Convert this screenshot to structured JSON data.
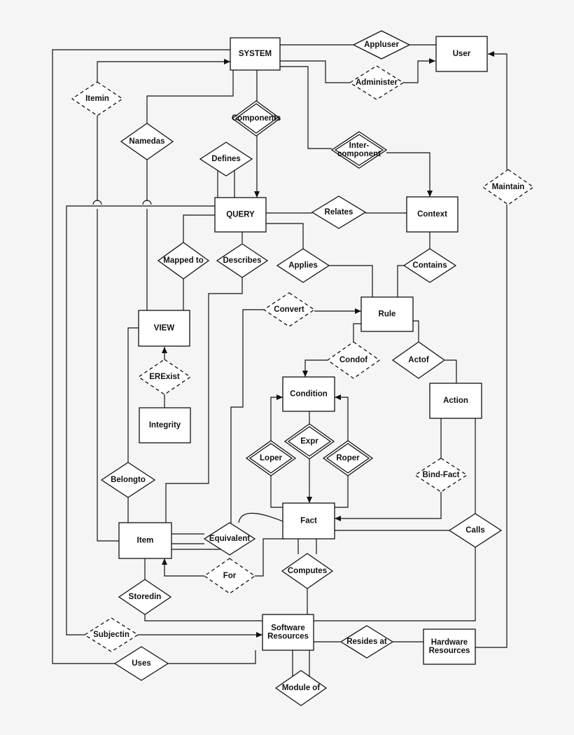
{
  "entities": [
    {
      "id": "system",
      "label": "SYSTEM"
    },
    {
      "id": "user",
      "label": "User"
    },
    {
      "id": "query",
      "label": "QUERY"
    },
    {
      "id": "context",
      "label": "Context"
    },
    {
      "id": "rule",
      "label": "Rule"
    },
    {
      "id": "view",
      "label": "VIEW"
    },
    {
      "id": "integrity",
      "label": "Integrity"
    },
    {
      "id": "condition",
      "label": "Condition"
    },
    {
      "id": "action",
      "label": "Action"
    },
    {
      "id": "fact",
      "label": "Fact"
    },
    {
      "id": "item",
      "label": "Item"
    },
    {
      "id": "software",
      "label": "Software\nResources"
    },
    {
      "id": "hardware",
      "label": "Hardware\nResources"
    }
  ],
  "relationships": [
    {
      "id": "appluser",
      "label": "Appluser",
      "style": "solid"
    },
    {
      "id": "administer",
      "label": "Administer",
      "style": "dashed"
    },
    {
      "id": "itemin",
      "label": "Itemin",
      "style": "dashed"
    },
    {
      "id": "components",
      "label": "Components",
      "style": "double"
    },
    {
      "id": "namedas",
      "label": "Namedas",
      "style": "solid"
    },
    {
      "id": "intercomponent",
      "label": "Inter-\ncomponent",
      "style": "double"
    },
    {
      "id": "defines",
      "label": "Defines",
      "style": "solid"
    },
    {
      "id": "maintain",
      "label": "Maintain",
      "style": "dashed"
    },
    {
      "id": "relates",
      "label": "Relates",
      "style": "solid"
    },
    {
      "id": "mappedto",
      "label": "Mapped to",
      "style": "solid"
    },
    {
      "id": "describes",
      "label": "Describes",
      "style": "solid"
    },
    {
      "id": "applies",
      "label": "Applies",
      "style": "solid"
    },
    {
      "id": "contains",
      "label": "Contains",
      "style": "solid"
    },
    {
      "id": "convert",
      "label": "Convert",
      "style": "dashed"
    },
    {
      "id": "condof",
      "label": "Condof",
      "style": "dashed"
    },
    {
      "id": "actof",
      "label": "Actof",
      "style": "solid"
    },
    {
      "id": "erexist",
      "label": "ERExist",
      "style": "dashed"
    },
    {
      "id": "expr",
      "label": "Expr",
      "style": "double"
    },
    {
      "id": "loper",
      "label": "Loper",
      "style": "double"
    },
    {
      "id": "roper",
      "label": "Roper",
      "style": "double"
    },
    {
      "id": "bindfact",
      "label": "Bind-Fact",
      "style": "dashed"
    },
    {
      "id": "belongto",
      "label": "Belongto",
      "style": "solid"
    },
    {
      "id": "equivalent",
      "label": "Equivalent",
      "style": "solid"
    },
    {
      "id": "calls",
      "label": "Calls",
      "style": "solid"
    },
    {
      "id": "for",
      "label": "For",
      "style": "dashed"
    },
    {
      "id": "computes",
      "label": "Computes",
      "style": "solid"
    },
    {
      "id": "storedin",
      "label": "Storedin",
      "style": "solid"
    },
    {
      "id": "subjectin",
      "label": "Subjectin",
      "style": "dashed"
    },
    {
      "id": "residesat",
      "label": "Resides at",
      "style": "solid"
    },
    {
      "id": "uses",
      "label": "Uses",
      "style": "solid"
    },
    {
      "id": "moduleof",
      "label": "Module of",
      "style": "solid"
    }
  ]
}
